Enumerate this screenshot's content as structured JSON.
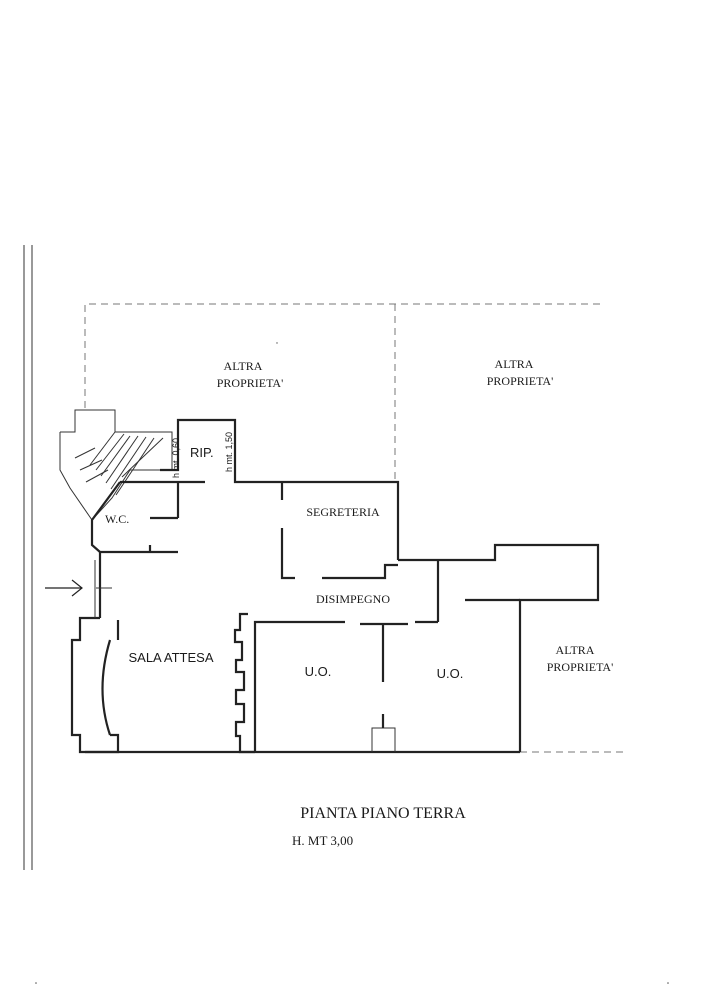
{
  "rooms": {
    "altra_proprieta_top_left": {
      "line1": "ALTRA",
      "line2": "PROPRIETA'"
    },
    "altra_proprieta_top_right": {
      "line1": "ALTRA",
      "line2": "PROPRIETA'"
    },
    "altra_proprieta_right": {
      "line1": "ALTRA",
      "line2": "PROPRIETA'"
    },
    "rip": "RIP.",
    "wc": "W.C.",
    "segreteria": "SEGRETERIA",
    "disimpegno": "DISIMPEGNO",
    "sala_attesa": "SALA ATTESA",
    "uo_left": "U.O.",
    "uo_right": "U.O."
  },
  "heights": {
    "h_060": "h mt. 0,60",
    "h_150": "h mt. 1,50"
  },
  "caption": {
    "title": "PIANTA PIANO TERRA",
    "height": "H. MT 3,00"
  }
}
